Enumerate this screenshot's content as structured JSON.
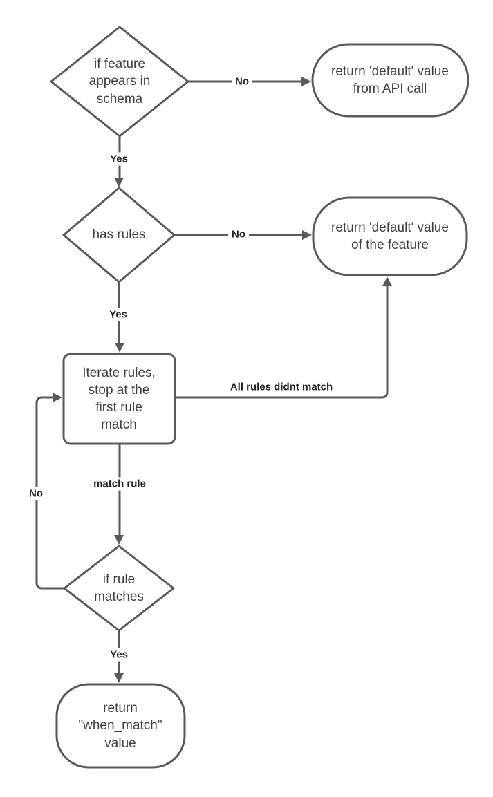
{
  "diagram": {
    "type": "flowchart",
    "colors": {
      "stroke": "#595959",
      "node_fill": "#ffffff",
      "node_text": "#3f3f3f",
      "edge_label_text": "#222222",
      "background": "#ffffff"
    },
    "nodes": {
      "check_schema": {
        "shape": "decision",
        "label": "if feature\nappears in\nschema"
      },
      "return_default_api": {
        "shape": "terminator",
        "label": "return 'default' value\nfrom API call"
      },
      "has_rules": {
        "shape": "decision",
        "label": "has rules"
      },
      "return_default_feat": {
        "shape": "terminator",
        "label": "return 'default' value\nof the feature"
      },
      "iterate_rules": {
        "shape": "process",
        "label": "Iterate rules,\nstop at the\nfirst rule\nmatch"
      },
      "if_rule_matches": {
        "shape": "decision",
        "label": "if rule\nmatches"
      },
      "return_when_match": {
        "shape": "terminator",
        "label": "return\n\"when_match\"\nvalue"
      }
    },
    "edge_labels": {
      "schema_no": "No",
      "schema_yes": "Yes",
      "rules_no": "No",
      "rules_yes": "Yes",
      "all_rules_didnt": "All rules didnt match",
      "match_rule": "match rule",
      "loop_no": "No",
      "match_yes": "Yes"
    }
  }
}
